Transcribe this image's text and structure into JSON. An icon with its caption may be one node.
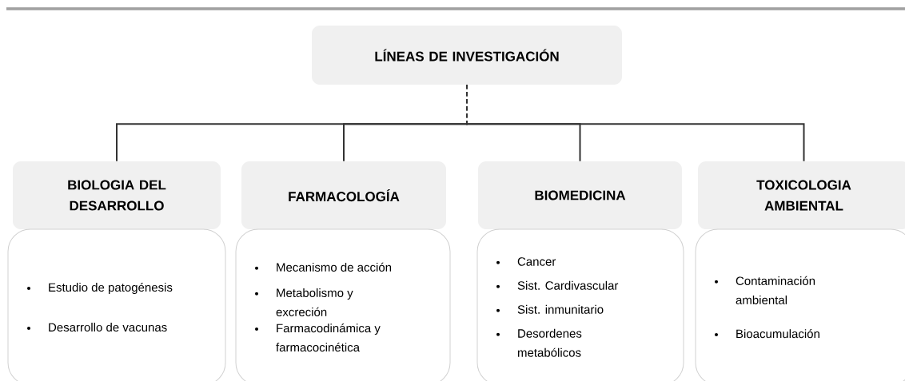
{
  "diagram": {
    "nodes": [
      {
        "text": [
          "LÍNEAS DE INVESTIGACIÓN"
        ]
      },
      {
        "text": [
          "BIOLOGIA DEL DESARROLLO"
        ]
      },
      {
        "text": [
          "Estudio de patogénesis",
          "Desarrollo de vacunas"
        ]
      },
      {
        "text": [
          "FARMACOLOGÍA"
        ]
      },
      {
        "text": [
          "Mecanismo de acción",
          "Metabolismo y excreción",
          "Farmacodinámica y farmacocinética"
        ]
      },
      {
        "text": [
          "BIOMEDICINA"
        ]
      },
      {
        "text": [
          "Cancer",
          "Sist. Cardivascular",
          "Sist. inmunitario",
          "Desordenes metabólicos"
        ]
      },
      {
        "text": [
          "TOXICOLOGIA AMBIENTAL"
        ]
      },
      {
        "text": [
          "Contaminación ambiental",
          "Bioacumulación"
        ]
      }
    ],
    "edges": [
      {
        "from": 0,
        "to": 1,
        "arrow": "none"
      },
      {
        "from": 0,
        "to": 3,
        "arrow": "none"
      },
      {
        "from": 0,
        "to": 5,
        "arrow": "none"
      },
      {
        "from": 0,
        "to": 7,
        "arrow": "none"
      }
    ]
  }
}
